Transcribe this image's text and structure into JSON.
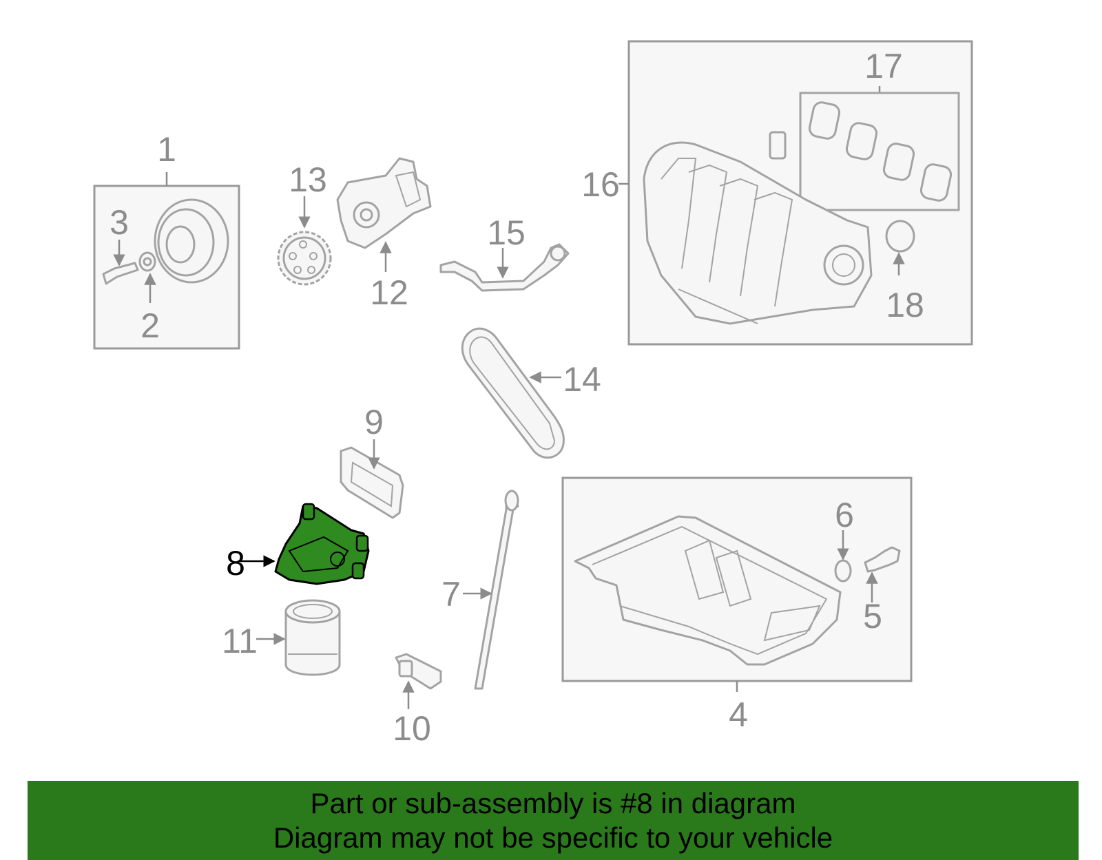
{
  "callouts": {
    "c1": "1",
    "c2": "2",
    "c3": "3",
    "c4": "4",
    "c5": "5",
    "c6": "6",
    "c7": "7",
    "c8": "8",
    "c9": "9",
    "c10": "10",
    "c11": "11",
    "c12": "12",
    "c13": "13",
    "c14": "14",
    "c15": "15",
    "c16": "16",
    "c17": "17",
    "c18": "18"
  },
  "highlight": {
    "part_number": "8",
    "color": "#2a7a1c"
  },
  "banner": {
    "line1": "Part or sub-assembly is #8 in diagram",
    "line2": "Diagram may not be specific to your vehicle"
  }
}
